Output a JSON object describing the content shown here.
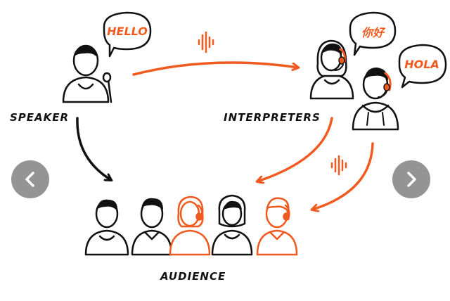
{
  "labels": {
    "speaker": "SPEAKER",
    "interpreters": "INTERPRETERS",
    "audience": "AUDIENCE"
  },
  "bubbles": {
    "speaker": "HELLO",
    "interpreter_1": "你好",
    "interpreter_2": "HOLA"
  },
  "navigation": {
    "prev_icon": "chevron-left-icon",
    "next_icon": "chevron-right-icon"
  },
  "colors": {
    "accent": "#f05a1e",
    "ink": "#111111",
    "nav_button": "#8c8c8c"
  },
  "icons": {
    "sound_wave": "sound-wave-icon"
  }
}
